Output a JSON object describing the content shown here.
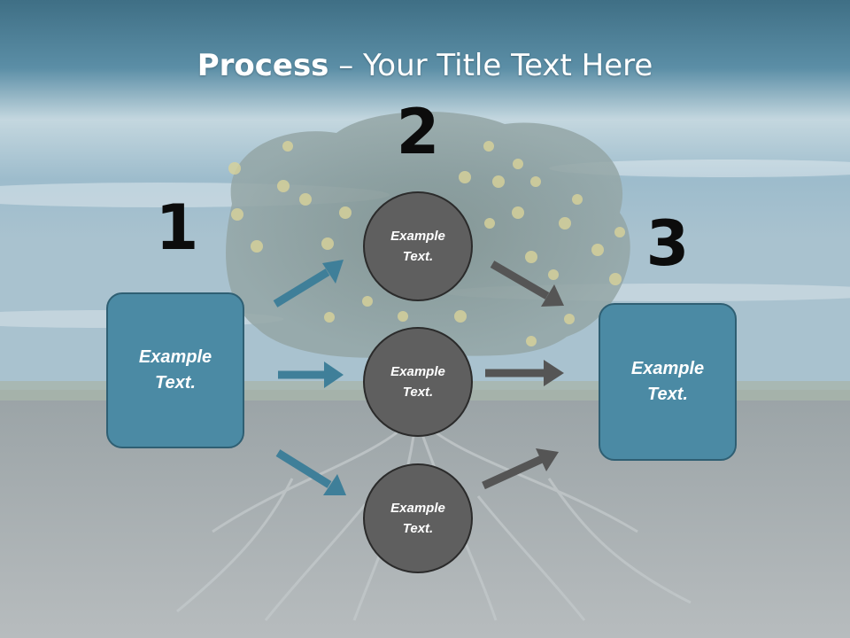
{
  "title": {
    "bold": "Process",
    "rest": " – Your Title Text Here"
  },
  "steps": {
    "one": {
      "number": "1",
      "text": "Example Text."
    },
    "two": {
      "number": "2"
    },
    "three": {
      "number": "3",
      "text": "Example Text."
    }
  },
  "circles": [
    {
      "text": "Example Text."
    },
    {
      "text": "Example Text."
    },
    {
      "text": "Example Text."
    }
  ],
  "colors": {
    "teal": "#4b8aa4",
    "circle": "#5f5f5f",
    "grey_arrow": "#555555",
    "teal_arrow": "#3f7f99"
  },
  "background_icon": "apple-tree-with-roots"
}
